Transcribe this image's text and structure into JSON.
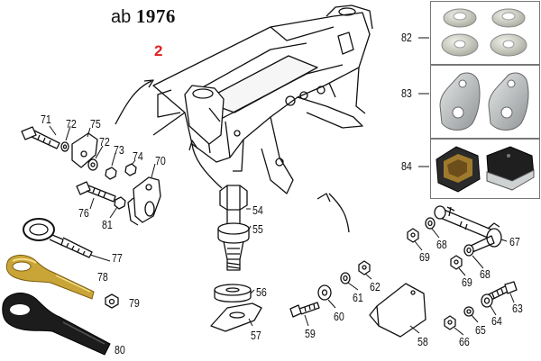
{
  "header": {
    "prefix": "ab",
    "year": "1976",
    "section_number": "2"
  },
  "colors": {
    "accent": "#e02020",
    "line": "#111111",
    "brass": "#c9a436",
    "black_part": "#1c1c1c",
    "zinc": "#b9bcbd"
  },
  "parts": [
    {
      "num": "54",
      "name": "bolt-head"
    },
    {
      "num": "55",
      "name": "spacer-bolt"
    },
    {
      "num": "56",
      "name": "rubber-washer"
    },
    {
      "num": "57",
      "name": "mount-plate"
    },
    {
      "num": "58",
      "name": "cover-plate"
    },
    {
      "num": "59",
      "name": "screw"
    },
    {
      "num": "60",
      "name": "washer"
    },
    {
      "num": "61",
      "name": "lock-washer"
    },
    {
      "num": "62",
      "name": "nut"
    },
    {
      "num": "63",
      "name": "bolt"
    },
    {
      "num": "64",
      "name": "washer"
    },
    {
      "num": "65",
      "name": "lock-washer"
    },
    {
      "num": "66",
      "name": "nut"
    },
    {
      "num": "67",
      "name": "shaft"
    },
    {
      "num": "68",
      "name": "washer"
    },
    {
      "num": "69",
      "name": "nut"
    },
    {
      "num": "70",
      "name": "bracket"
    },
    {
      "num": "71",
      "name": "bolt"
    },
    {
      "num": "72",
      "name": "washer"
    },
    {
      "num": "73",
      "name": "nut"
    },
    {
      "num": "74",
      "name": "nut"
    },
    {
      "num": "75",
      "name": "locking-plate"
    },
    {
      "num": "76",
      "name": "bolt"
    },
    {
      "num": "77",
      "name": "towing-eye"
    },
    {
      "num": "78",
      "name": "towing-eye-brass"
    },
    {
      "num": "79",
      "name": "nut"
    },
    {
      "num": "80",
      "name": "towing-eye-black"
    },
    {
      "num": "81",
      "name": "nut"
    },
    {
      "num": "82",
      "name": "washer-set"
    },
    {
      "num": "83",
      "name": "mount-plate-set"
    },
    {
      "num": "84",
      "name": "rubber-mount-set"
    }
  ],
  "labels": {
    "l54": "54",
    "l55": "55",
    "l56": "56",
    "l57": "57",
    "l58": "58",
    "l59": "59",
    "l60": "60",
    "l61": "61",
    "l62": "62",
    "l63": "63",
    "l64": "64",
    "l65": "65",
    "l66": "66",
    "l67": "67",
    "l68a": "68",
    "l68b": "68",
    "l69a": "69",
    "l69b": "69",
    "l70": "70",
    "l71": "71",
    "l72a": "72",
    "l72b": "72",
    "l73": "73",
    "l74": "74",
    "l75": "75",
    "l76": "76",
    "l77": "77",
    "l78": "78",
    "l79": "79",
    "l80": "80",
    "l81": "81",
    "l82": "82",
    "l83": "83",
    "l84": "84"
  }
}
